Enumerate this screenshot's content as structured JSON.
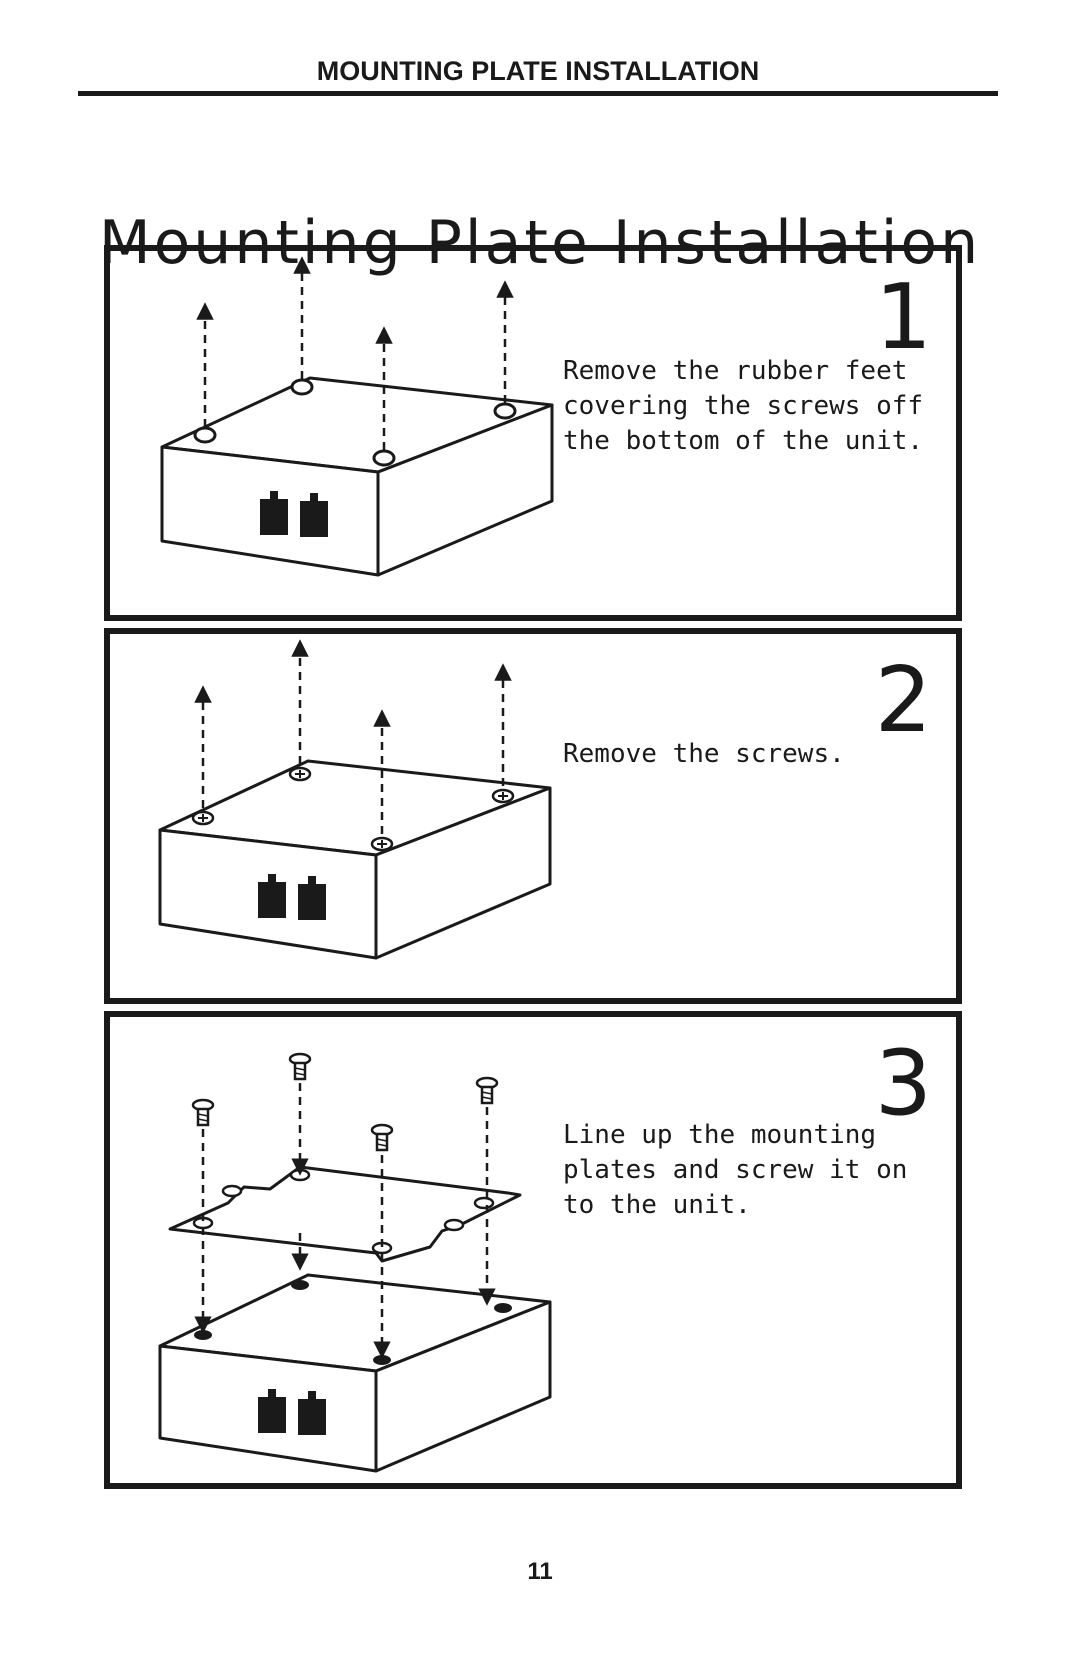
{
  "header": {
    "running_title": "MOUNTING PLATE INSTALLATION"
  },
  "title": "Mounting Plate Installation",
  "steps": [
    {
      "number": "1",
      "text": "Remove the rubber feet covering the screws off the bottom of the unit."
    },
    {
      "number": "2",
      "text": "Remove the screws."
    },
    {
      "number": "3",
      "text": "Line up the mounting plates and screw it on to the unit."
    }
  ],
  "footer": {
    "page_number": "11"
  }
}
